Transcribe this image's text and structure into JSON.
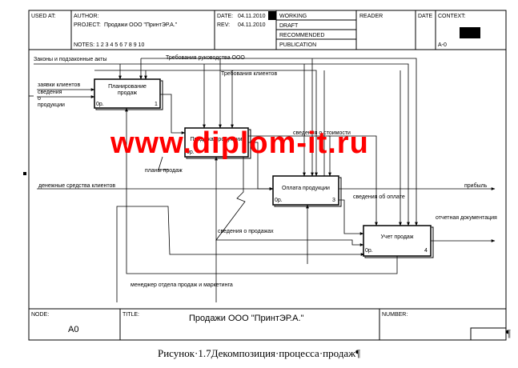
{
  "header": {
    "used_at": "USED AT:",
    "author_label": "AUTHOR:",
    "project_label": "PROJECT:",
    "project_value": "Продажи ООО \"ПринтЭР.А.\"",
    "date_label": "DATE:",
    "date_value": "04.11.2010",
    "rev_label": "REV:",
    "rev_value": "04.11.2010",
    "notes": "NOTES: 1 2 3 4 5 6 7 8 9 10",
    "status": [
      "WORKING",
      "DRAFT",
      "RECOMMENDED",
      "PUBLICATION"
    ],
    "reader": "READER",
    "date2": "DATE",
    "context": "CONTEXT:",
    "node_ref": "A-0"
  },
  "boxes": [
    {
      "name": "Планирование продаж",
      "lines": [
        "Планирование",
        "продаж"
      ],
      "cost": "0р.",
      "num": "1"
    },
    {
      "name": "Продажа продукции",
      "lines": [
        "Продажа продукции"
      ],
      "cost": "0р.",
      "num": "2"
    },
    {
      "name": "Оплата продукции",
      "lines": [
        "Оплата продукции"
      ],
      "cost": "0р.",
      "num": "3"
    },
    {
      "name": "Учет продаж",
      "lines": [
        "Учет продаж"
      ],
      "cost": "0р.",
      "num": "4"
    }
  ],
  "arrows": {
    "laws": "Законы и подзаконные акты",
    "mgmt_req": "Требования руководства ООО",
    "client_req": "Требования клиентов",
    "client_orders": "заявки клиентов",
    "product_info": [
      "сведения",
      "о",
      "продукции"
    ],
    "cost_info": "сведения о стоимости",
    "sales_plans": "планы продаж",
    "client_money": "денежные средства клиентов",
    "profit": "прибыль",
    "payment_info": "сведения об оплате",
    "report_docs": "отчетная документация",
    "sales_info": "сведения о продажах",
    "manager": "менеджер отдела продаж и маркетинга"
  },
  "footer": {
    "node_label": "NODE:",
    "node_value": "A0",
    "title_label": "TITLE:",
    "title_value": "Продажи ООО \"ПринтЭР.А.\"",
    "number_label": "NUMBER:"
  },
  "watermark": "www.diplom-it.ru",
  "caption": "Рисунок·1.7Декомпозиция·процесса·продаж¶",
  "pilcrow": "¶"
}
